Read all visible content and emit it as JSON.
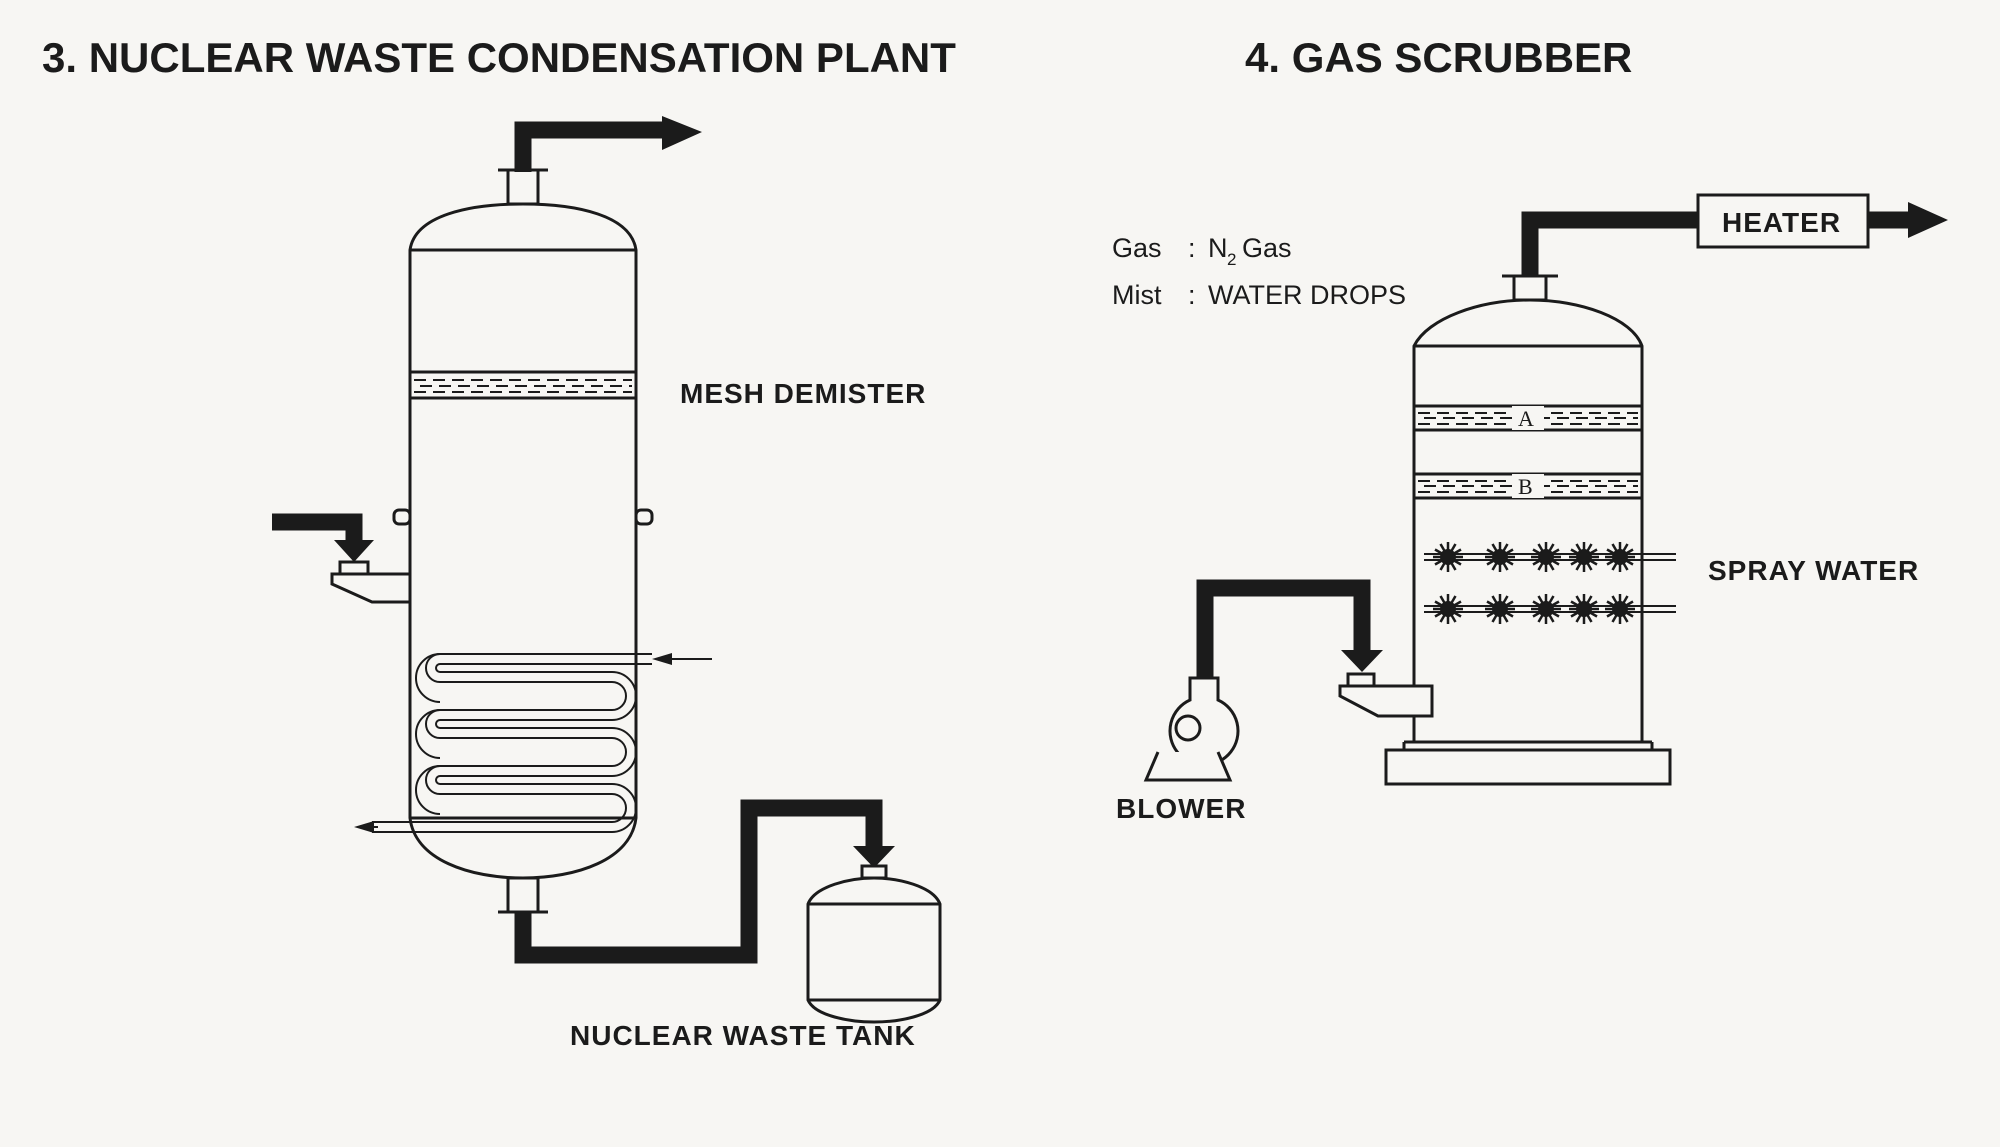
{
  "titles": {
    "plant": "3.  NUCLEAR WASTE CONDENSATION PLANT",
    "scrubber": "4.  GAS SCRUBBER"
  },
  "labels": {
    "mesh_demister": "MESH DEMISTER",
    "nuclear_waste_tank": "NUCLEAR WASTE TANK",
    "heater": "HEATER",
    "spray_water": "SPRAY WATER",
    "blower": "BLOWER",
    "gas_key": "Gas",
    "gas_sep": ":",
    "gas_value_n": "N",
    "gas_value_sub": "2",
    "gas_value_rest": "Gas",
    "mist_key": "Mist",
    "mist_sep": ":",
    "mist_value": "WATER DROPS",
    "layer_a": "A",
    "layer_b": "B"
  }
}
